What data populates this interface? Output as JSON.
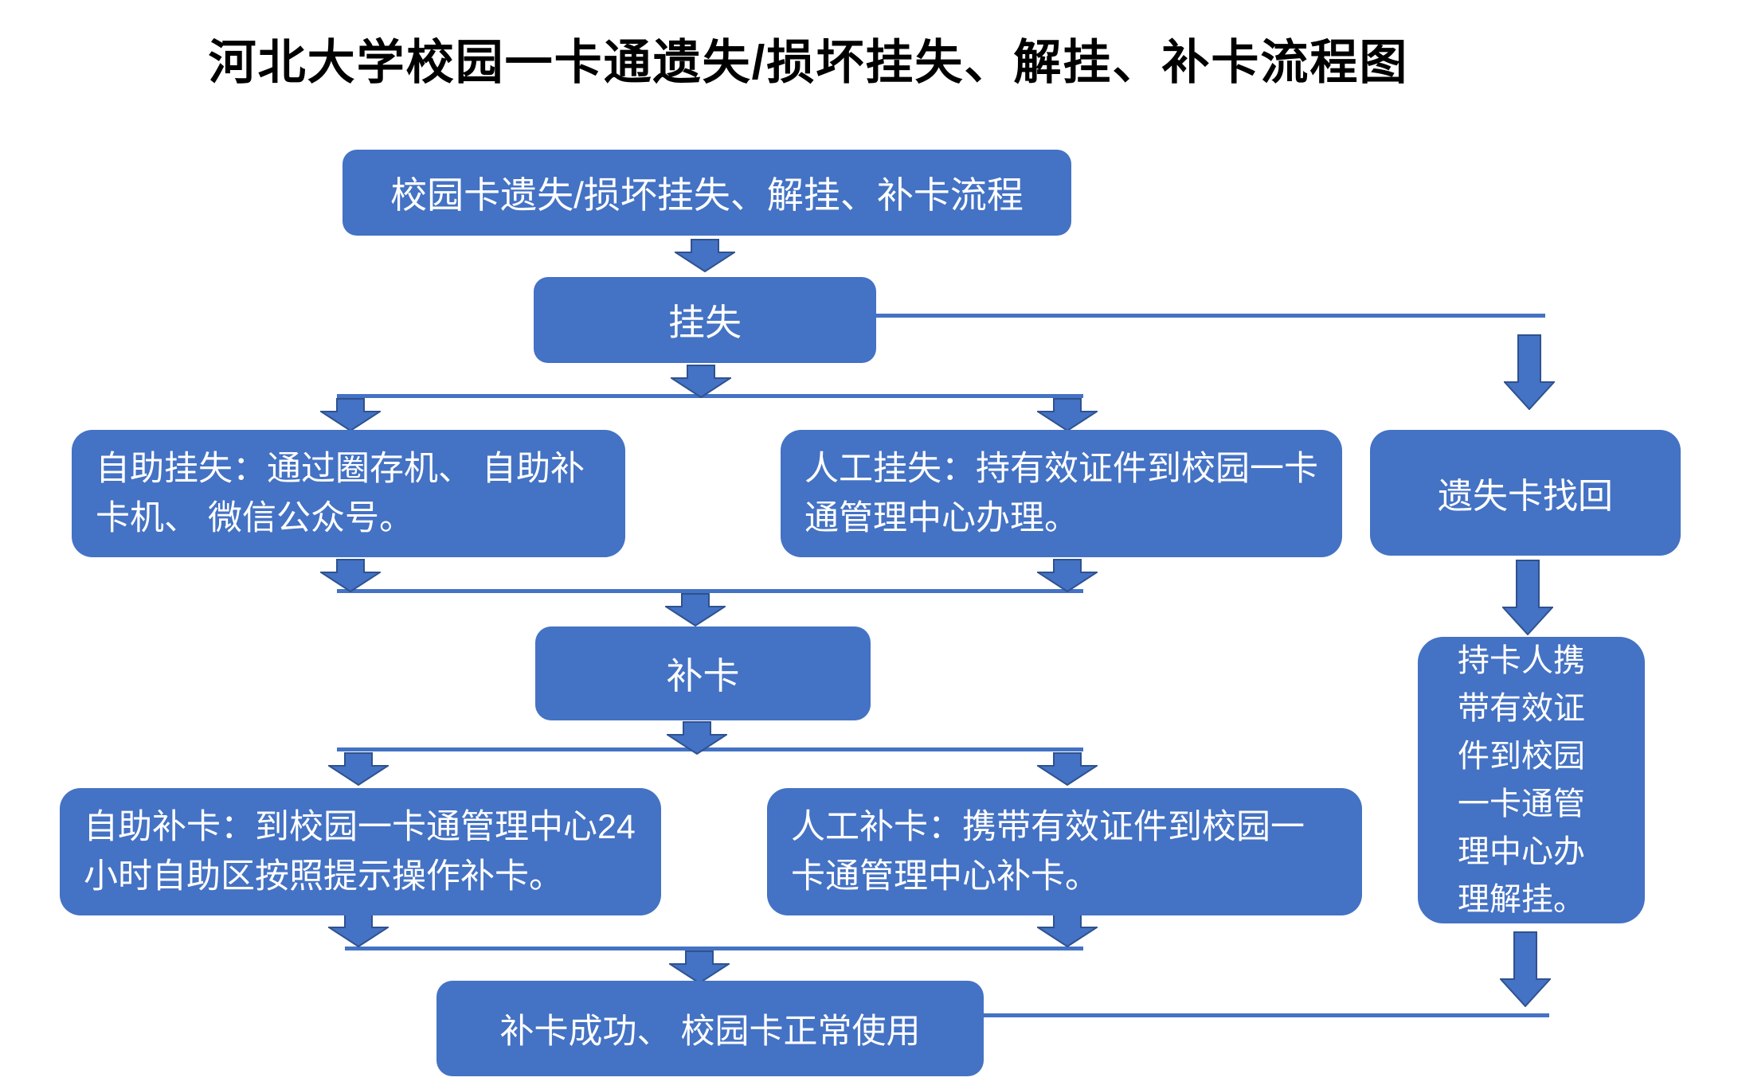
{
  "title": "河北大学校园一卡通遗失/损坏挂失、解挂、补卡流程图",
  "colors": {
    "node_fill": "#4472C4",
    "arrow_border": "#2F528F",
    "connector": "#4472C4",
    "node_text": "#FFFFFF",
    "title_text": "#000000",
    "background": "#FFFFFF"
  },
  "nodes": {
    "process_overview": "校园卡遗失/损坏挂失、解挂、补卡流程",
    "report_loss": "挂失",
    "self_report_loss": "自助挂失：通过圈存机、 自助补卡机、 微信公众号。",
    "manual_report_loss": "人工挂失：持有效证件到校园一卡通管理中心办理。",
    "lost_card_found": "遗失卡找回",
    "replace_card": "补卡",
    "self_replace_card": "自助补卡：到校园一卡通管理中心24小时自助区按照提示操作补卡。",
    "manual_replace_card": "人工补卡：携带有效证件到校园一卡通管理中心补卡。",
    "unhang_card": "持卡人携带有效证件到校园一卡通管理中心办理解挂。",
    "success": "补卡成功、 校园卡正常使用"
  },
  "edges": [
    {
      "from": "process_overview",
      "to": "report_loss"
    },
    {
      "from": "report_loss",
      "to": "self_report_loss"
    },
    {
      "from": "report_loss",
      "to": "manual_report_loss"
    },
    {
      "from": "report_loss",
      "to": "lost_card_found"
    },
    {
      "from": "self_report_loss",
      "to": "replace_card"
    },
    {
      "from": "manual_report_loss",
      "to": "replace_card"
    },
    {
      "from": "replace_card",
      "to": "self_replace_card"
    },
    {
      "from": "replace_card",
      "to": "manual_replace_card"
    },
    {
      "from": "self_replace_card",
      "to": "success"
    },
    {
      "from": "manual_replace_card",
      "to": "success"
    },
    {
      "from": "lost_card_found",
      "to": "unhang_card"
    },
    {
      "from": "unhang_card",
      "to": "success"
    }
  ]
}
